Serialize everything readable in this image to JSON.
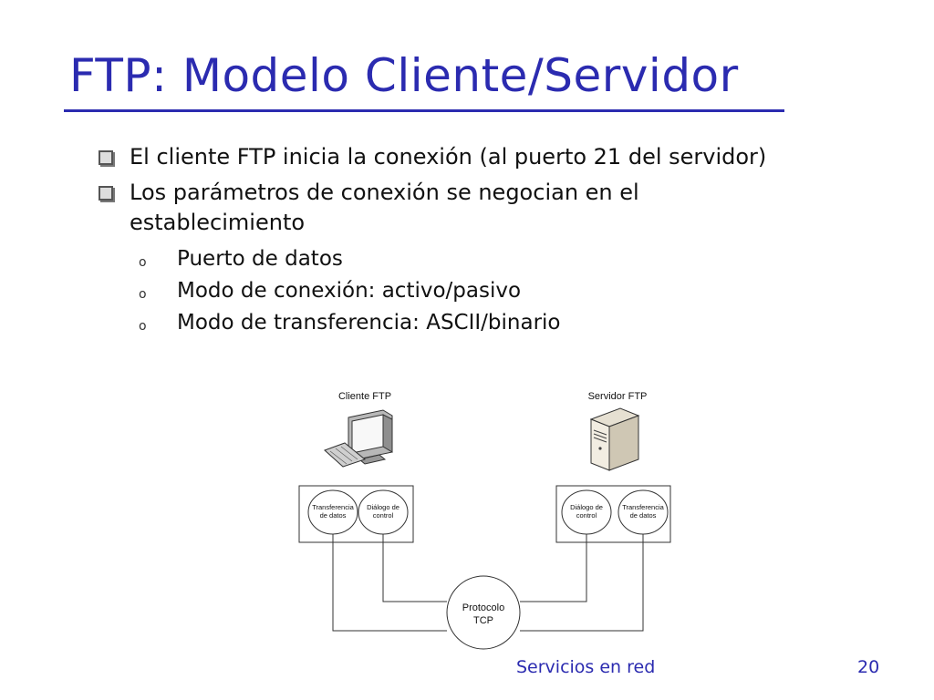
{
  "slide": {
    "title": "FTP: Modelo Cliente/Servidor",
    "bullets": [
      {
        "text": "El cliente FTP inicia la conexión (al puerto 21 del servidor)"
      },
      {
        "text": "Los parámetros de conexión se negocian en el establecimiento"
      }
    ],
    "sub_bullets": [
      {
        "marker": "o",
        "text": "Puerto de datos"
      },
      {
        "marker": "o",
        "text": "Modo de conexión: activo/pasivo"
      },
      {
        "marker": "o",
        "text": "Modo de transferencia: ASCII/binario"
      }
    ],
    "footer": {
      "section": "Servicios en red",
      "page": "20"
    }
  },
  "diagram": {
    "client_label": "Cliente FTP",
    "server_label": "Servidor FTP",
    "client_box": {
      "left_line1": "Transferencia",
      "left_line2": "de datos",
      "right_line1": "Diálogo de",
      "right_line2": "control"
    },
    "server_box": {
      "left_line1": "Diálogo de",
      "left_line2": "control",
      "right_line1": "Transferencia",
      "right_line2": "de datos"
    },
    "tcp_line1": "Protocolo",
    "tcp_line2": "TCP"
  },
  "colors": {
    "title": "#2b2bb0",
    "footer": "#2b2bb0"
  }
}
